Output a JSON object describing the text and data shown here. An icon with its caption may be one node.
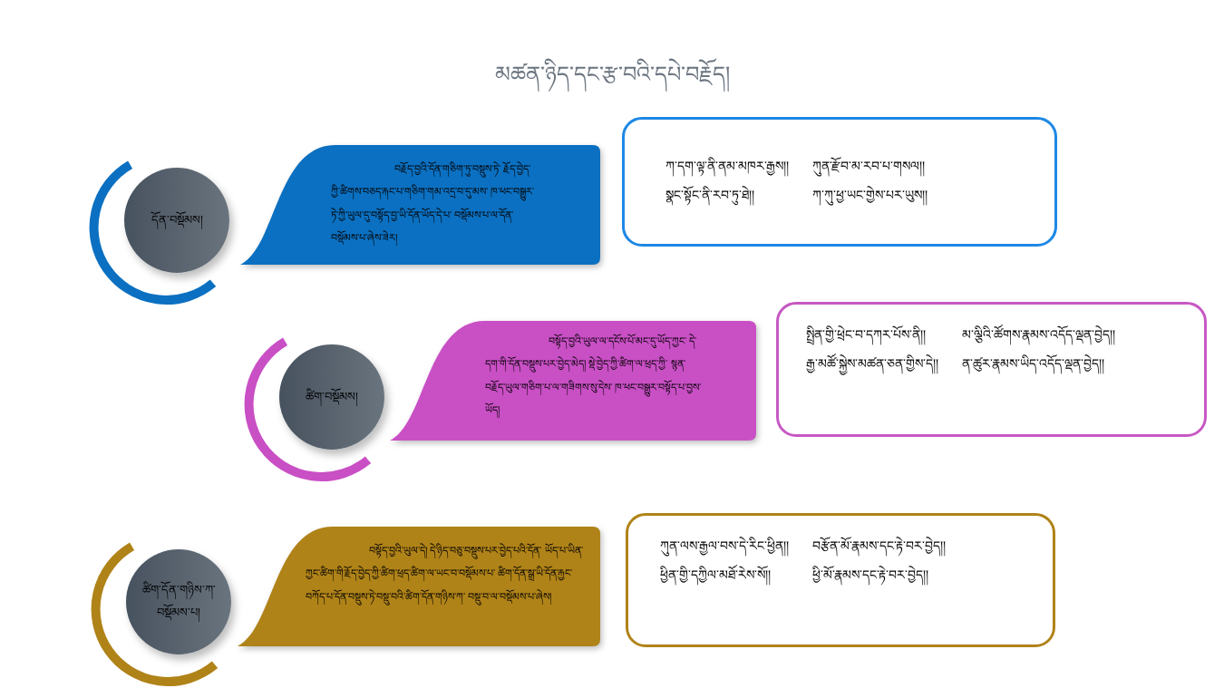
{
  "diagram": {
    "title": "མཚན་ཉིད་དང་རྩ་བའི་དཔེ་བརྗོད།",
    "nodes": [
      {
        "text": [
          "དོན་བསྡོམས།"
        ]
      },
      {
        "text": [
          "བརྗོད་བྱའི་དོན་གཅིག་ཏུ་བསྡུས་ཏེ་ རྗོད་བྱེད་ཀྱི་ཚིགས་བཅད་རྐང་པ་གཅིག་གམ་འདྲ་བ་དུ་མས་ ཁ་ཕང་བསྒྱུར་ཏེ་ཀྱི་ཡུལ་དུ་བསྟོད་བྱ་ཡི་དོན་ཡོད་དེ་པ་ བསྡོམས་པ་ལ་དོན་བསྡོམས་པ་ཞེས་ཟེར།"
        ]
      },
      {
        "text": [
          "ཀ་དག་ལྟ་ནི་ནམ་མཁར་རྒྱས།།",
          "ཀུན་རྫོབ་མ་རབ་པ་གསལ།།",
          "སྣང་སྟོང་ནི་རབ་ཏུ་ཐེ།།",
          "ཀ་ཀུ་ཕྱ་ཡང་གྱེས་པར་ཡུས།།"
        ]
      },
      {
        "text": [
          "ཚིག་བསྡོམས།"
        ]
      },
      {
        "text": [
          "བསྟོད་བྱའི་ཡུལ་ལ་དངོས་པོ་མང་དུ་ཡོད་ཀྱང་ དེ་དག་གི་དོན་བསྡུས་པར་བྱེད་མེད། སྡེ་བྱེད་ཀྱི་ཚིག་ལ་ཕྲད་ཀྱི་ སྙན་བརྗོད་ཡུལ་གཅིག་པ་ལ་གཟིགས་སུ་དེས་ ཁ་ཕང་བསྒྱུར་བསྟོད་པ་བྱས་ཡོད།"
        ]
      },
      {
        "text": [
          "སྤྲིན་གྱི་ཕྲེང་བ་དཀར་པོས་ནི།།",
          "མ་ལྕིའི་ཚོགས་རྣམས་འདོད་ལྡན་བྱེད།།",
          "རྒྱ་མཚོ་སྐྱེས་མཚན་ཅན་གྱིས་དེ།།",
          "ན་ཚུར་རྣམས་ཡིད་འདོད་ལྡན་བྱེད།།"
        ]
      },
      {
        "text": [
          "ཚིག་དོན་གཉིས་ཀ་བསྡོམས་པ།"
        ]
      },
      {
        "text": [
          "བསྟོད་བྱའི་ཡུལ་དེ། དེ་ཉིད་བཅུ་བསྡུས་པར་བྱེད་པའི་དོན་ ཡོད་པ་ཡིན་ཀྱང་ཚིག་གི་རྗོད་བྱེད་ཀྱི་ཚིག་ཕྲད་ཚིག་ལ་ཡང་བ་བསྡོམས་པ་ ཚིག་དོན་སྒྲ་ཡི་དོན་རྐྱང་བཀོད་པ་དོན་བསྡུས་ཏེ་བསྡུ་བའི་ཚིག་དོན་གཉིས་ཀ་ བསྡུ་བ་ལ་བསྡོམས་པ་ཞེས།"
        ]
      },
      {
        "text": [
          "ཀུན་ལས་རྒྱལ་བས་དེ་རིང་ཕྱིན།།",
          "བརྩོན་མོ་རྣམས་དང་རྟེ་བར་བྱེད།།",
          "ཕྱིན་གྱི་དཀྱིལ་མཐོ་རེས་སོ།།",
          "ཕྱི་མོ་རྣམས་དང་རྟེ་བར་བྱེད།།"
        ]
      }
    ]
  }
}
